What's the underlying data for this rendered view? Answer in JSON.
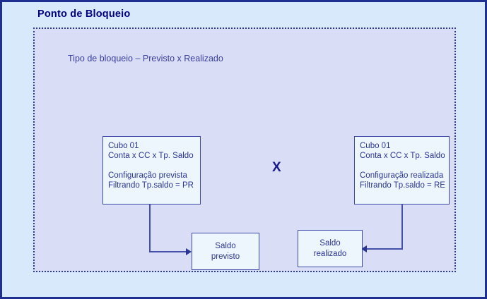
{
  "slide": {
    "title": "Ponto de Bloqueio",
    "subtitle": "Tipo de bloqueio – Previsto x Realizado",
    "comparison_symbol": "X",
    "colors": {
      "outer_background": "#d7e9fb",
      "outer_border": "#1f2f8f",
      "inner_panel_background": "#d9ddf5",
      "inner_panel_border": "#2b3a96",
      "node_background": "#eef6fd",
      "node_border": "#3c49a8",
      "title_text": "#000080",
      "body_text": "#2a3594",
      "connector": "#4450a8"
    }
  },
  "nodes": {
    "cubo_previsto": {
      "line1": "Cubo 01",
      "line2": "Conta x CC x Tp. Saldo",
      "line3": "Configuração prevista",
      "line4": "Filtrando Tp.saldo = PR"
    },
    "cubo_realizado": {
      "line1": "Cubo 01",
      "line2": "Conta x CC x Tp. Saldo",
      "line3": "Configuração realizada",
      "line4": "Filtrando Tp.saldo = RE"
    },
    "saldo_previsto": {
      "line1": "Saldo",
      "line2": "previsto"
    },
    "saldo_realizado": {
      "line1": "Saldo",
      "line2": "realizado"
    }
  }
}
